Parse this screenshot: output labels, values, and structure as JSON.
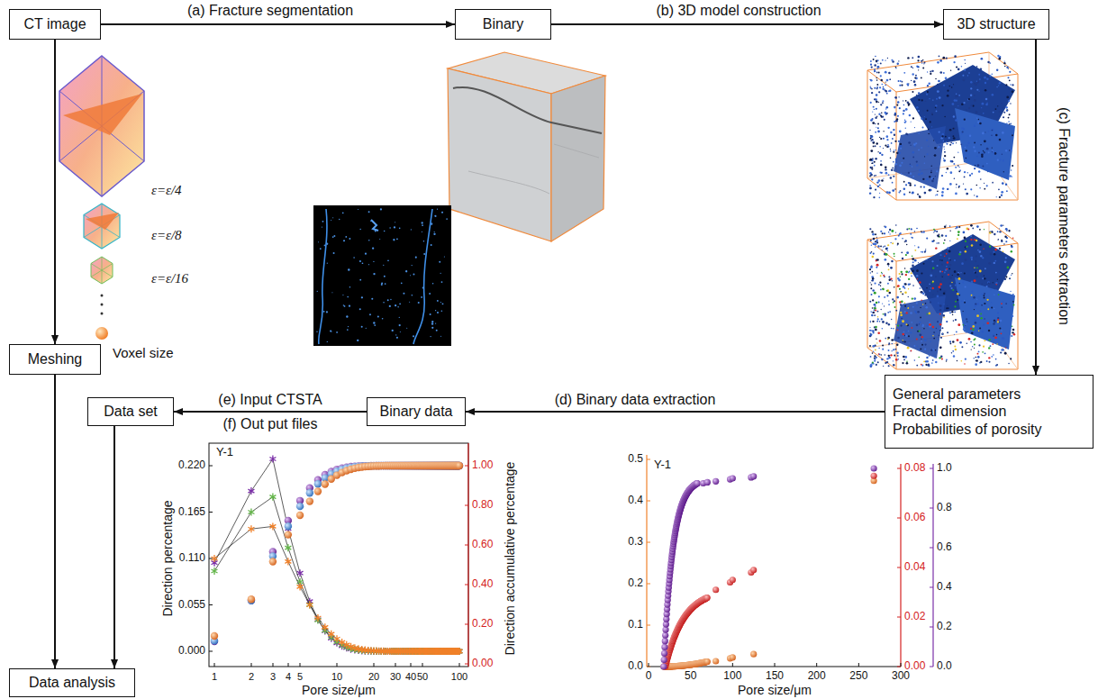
{
  "diagram": {
    "nodes": [
      {
        "text": [
          "CT image"
        ]
      },
      {
        "text": [
          "Binary"
        ]
      },
      {
        "text": [
          "3D structure"
        ]
      },
      {
        "text": [
          "Meshing"
        ]
      },
      {
        "text": [
          "General parameters",
          "Fractal dimension",
          "Probabilities of porosity"
        ]
      },
      {
        "text": [
          "Data set"
        ]
      },
      {
        "text": [
          "Binary data"
        ]
      },
      {
        "text": [
          "Data analysis"
        ]
      }
    ],
    "edges": [
      {
        "from": 0,
        "to": 1,
        "label": "(a) Fracture segmentation",
        "arrow": "to"
      },
      {
        "from": 1,
        "to": 2,
        "label": "(b) 3D model construction",
        "arrow": "to"
      },
      {
        "from": 2,
        "to": 4,
        "label": "(c) Fracture parameters extraction",
        "arrow": "to"
      },
      {
        "from": 4,
        "to": 6,
        "label": "(d) Binary data extraction",
        "arrow": "to"
      },
      {
        "from": 6,
        "to": 5,
        "label": "(e) Input CTSTA",
        "arrow": "to"
      },
      {
        "from": 0,
        "to": 3,
        "arrow": "to"
      },
      {
        "from": 3,
        "to": 7,
        "arrow": "to"
      },
      {
        "from": 5,
        "to": 7,
        "arrow": "to"
      }
    ],
    "labels": [
      "ε=ε/4",
      "ε=ε/8",
      "ε=ε/16",
      "Voxel size",
      "(f) Out put files",
      "Y-1",
      "0.000",
      "0.055",
      "0.110",
      "0.165",
      "0.220",
      "0.00",
      "0.20",
      "0.40",
      "0.60",
      "0.80",
      "1.00",
      "1",
      "2",
      "3",
      "4",
      "5",
      "10",
      "20",
      "30",
      "40",
      "50",
      "100",
      "Direction percentage",
      "Direction accumulative percentage",
      "Pore size/μm",
      "Y-1",
      "0.0",
      "0.1",
      "0.2",
      "0.3",
      "0.4",
      "0.5",
      "0.00",
      "0.02",
      "0.04",
      "0.06",
      "0.08",
      "0.0",
      "0.2",
      "0.4",
      "0.6",
      "0.8",
      "1.0",
      "0",
      "50",
      "100",
      "150",
      "200",
      "250",
      "300",
      "Pore size/μm"
    ]
  }
}
